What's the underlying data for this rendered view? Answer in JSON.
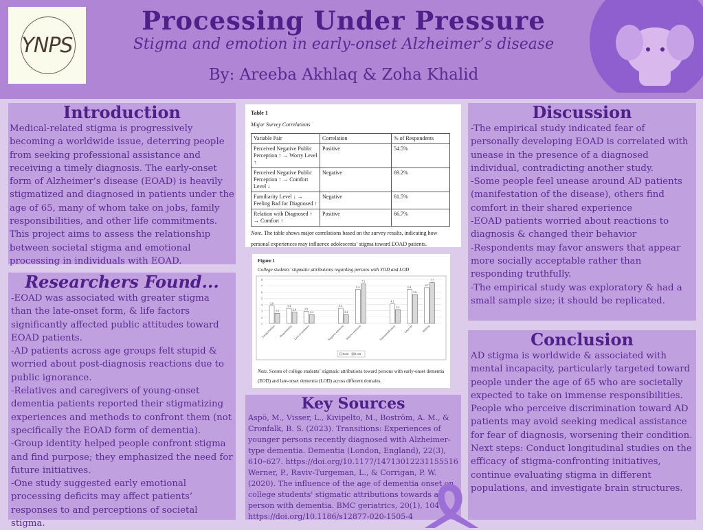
{
  "header": {
    "logo_text": "YNPS",
    "title": "Processing Under Pressure",
    "subtitle": "Stigma and emotion in early-onset Alzheimer’s disease",
    "authors": "By: Areeba Akhlaq & Zoha Khalid"
  },
  "introduction": {
    "heading": "Introduction",
    "body": "Medical-related stigma is progressively becoming a worldwide issue, deterring people from seeking professional assistance and receiving a timely diagnosis. The early-onset form of Alzheimer’s disease (EOAD) is heavily stigmatized and diagnosed in patients under the age of 65, many of whom take on jobs, family responsibilities, and other life commitments. This project aims to assess the relationship between societal stigma and emotional processing in individuals with EOAD."
  },
  "researchers": {
    "heading": "Researchers Found...",
    "items": [
      "-EOAD was associated with greater stigma than the late-onset form, & life factors significantly affected public attitudes toward EOAD patients.",
      "-AD patients across age groups felt stupid & worried about post-diagnosis reactions due to public ignorance.",
      "-Relatives and caregivers of young-onset dementia patients reported their stigmatizing experiences and methods to confront them (not specifically the EOAD form of dementia).",
      "-Group identity helped people confront stigma and find purpose; they emphasized the need for future initiatives.",
      "-One study suggested early emotional processing deficits may affect patients’ responses to and perceptions of societal stigma."
    ]
  },
  "table1": {
    "label": "Table 1",
    "title": "Major Survey Correlations",
    "headers": [
      "Variable Pair",
      "Correlation",
      "% of Respondents"
    ],
    "rows": [
      [
        "Perceived Negative Public Perception ↑ → Worry Level ↑",
        "Positive",
        "54.5%"
      ],
      [
        "Perceived Negative Public Perception ↑ → Comfort Level ↓",
        "Negative",
        "69.2%"
      ],
      [
        "Familiarity Level ↓ → Feeling Bad for Diagnosed ↑",
        "Negative",
        "61.5%"
      ],
      [
        "Relation with Diagnosed ↑ → Comfort ↑",
        "Positive",
        "66.7%"
      ]
    ],
    "note_label": "Note.",
    "note": " The table shows major correlations based on the survey results, indicating how personal experiences may influence adolescents’ stigma toward EOAD patients."
  },
  "figure1": {
    "label": "Figure 1",
    "note_label": "Note.",
    "note": " Scores of college students’ stigmatic attributions toward persons with early-onset dementia (EOD) and late-onset dementia (LOD) across different domains."
  },
  "chart_data": {
    "type": "bar",
    "title": "College students’ stigmatic attributions regarding persons with YOD and LOD",
    "categories": [
      "Dangerousness",
      "Responsibility",
      "Lack of aesthetics",
      "Negative emotions",
      "Positive emotions",
      "Institutionalization",
      "Coercion",
      "Helping"
    ],
    "series": [
      {
        "name": "EOD",
        "values": [
          3.8,
          3.4,
          2.9,
          3.4,
          6.4,
          4.1,
          6.4,
          6.7
        ],
        "color": "#ffffff"
      },
      {
        "name": "LOD",
        "values": [
          2.6,
          2.8,
          2.4,
          2.4,
          7.3,
          3.2,
          5.6,
          7.5
        ],
        "color": "#d8d8d8"
      }
    ],
    "ylim": [
      1,
      8
    ],
    "yticks": [
      1,
      2,
      3,
      4,
      5,
      6,
      7,
      8
    ],
    "legend": "bottom"
  },
  "sources": {
    "heading": "Key Sources",
    "items": [
      {
        "text": "Aspö, M., Visser, L., Kivipelto, M., Boström, A. M., & Cronfalk, B. S. (2023). Transitions: Experiences of younger persons recently diagnosed with Alzheimer-type dementia. Dementia (London, England), 22(3), 610–627. ",
        "link": "https://doi.org/10.1177/14713012231155516"
      },
      {
        "text": "Werner, P., Raviv-Turgeman, L., & Corrigan, P. W. (2020). The influence of the age of dementia onset on college students' stigmatic attributions towards a person with dementia. BMC geriatrics, 20(1), 104. ",
        "link": "https://doi.org/10.1186/s12877-020-1505-4"
      }
    ]
  },
  "discussion": {
    "heading": "Discussion",
    "items": [
      "-The empirical study indicated fear of personally developing EOAD is correlated with unease in the presence of a diagnosed individual, contradicting another study.",
      "-Some people feel unease around AD patients (manifestation of the disease), others find comfort in their shared experience",
      "-EOAD patients worried about reactions to diagnosis & changed their behavior",
      "-Respondents may favor answers that appear more socially acceptable rather than responding truthfully.",
      "-The empirical study was exploratory & had a small sample size; it should be replicated."
    ]
  },
  "conclusion": {
    "heading": "Conclusion",
    "body": "AD stigma is worldwide & associated with mental incapacity, particularly targeted toward people under the age of 65 who are societally expected to take on immense responsibilities. People who perceive discrimination toward AD patients may avoid seeking medical assistance for fear of diagnosis, worsening their condition. Next steps: Conduct longitudinal studies on the efficacy of stigma-confronting initiatives, continue evaluating stigma in different populations, and investigate brain structures."
  }
}
